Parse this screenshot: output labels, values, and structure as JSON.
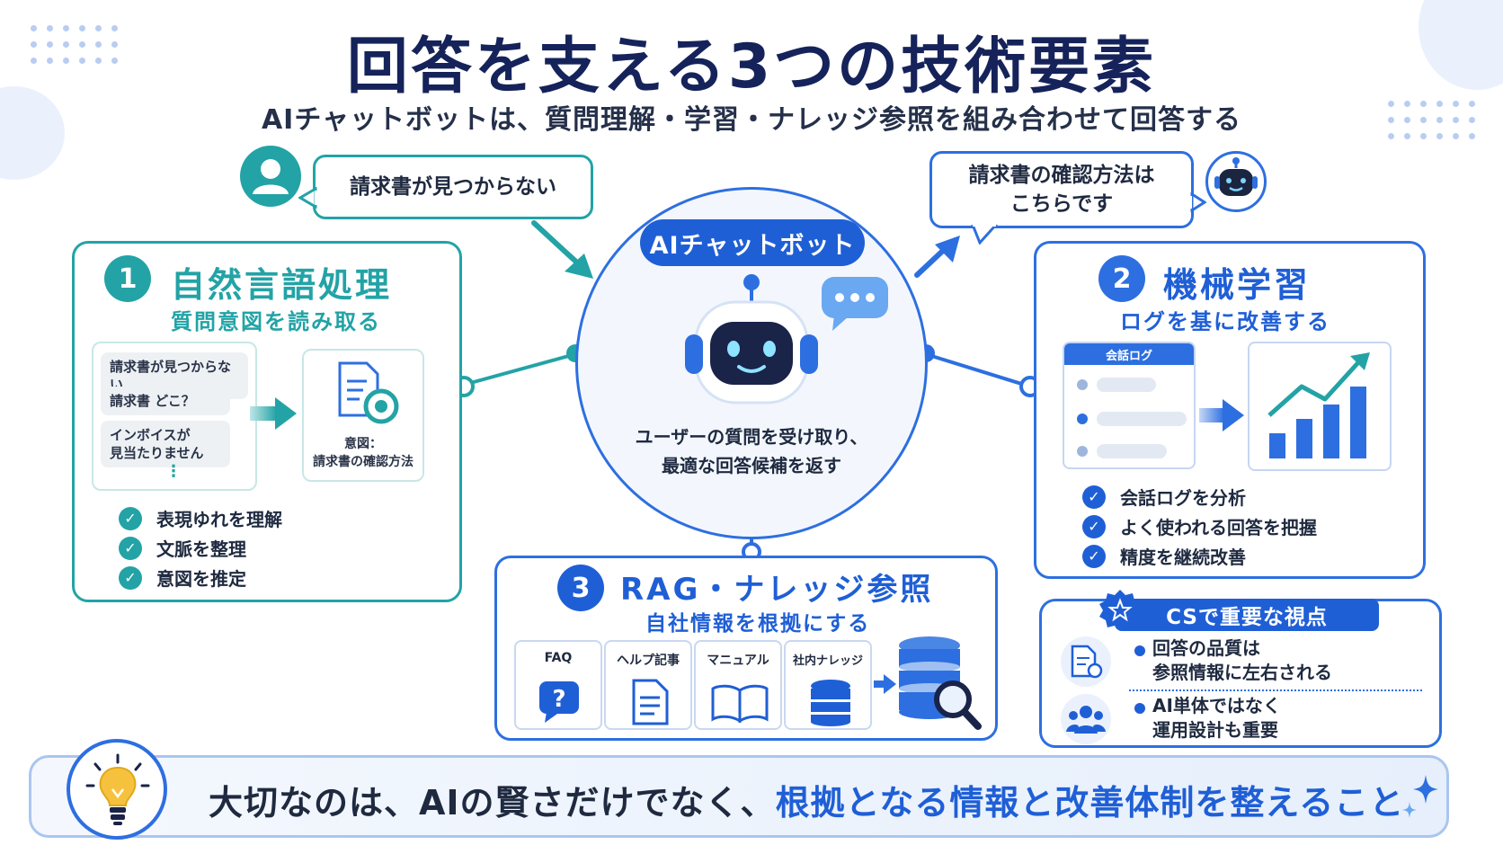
{
  "header": {
    "title": "回答を支える3つの技術要素",
    "subtitle": "AIチャットボットは、質問理解・学習・ナレッジ参照を組み合わせて回答する"
  },
  "dialogue": {
    "user_message": "請求書が見つからない",
    "bot_reply": "請求書の確認方法は\nこちらです"
  },
  "hub": {
    "label": "AIチャットボット",
    "description": "ユーザーの質問を受け取り、\n最適な回答候補を返す"
  },
  "nlp": {
    "number": "1",
    "title": "自然言語処理",
    "subtitle": "質問意図を読み取る",
    "examples": [
      "請求書が見つからない",
      "請求書 どこ？",
      "インボイスが\n見当たりません"
    ],
    "ellipsis": "⋮",
    "intent_label": "意図：\n請求書の確認方法",
    "checks": [
      "表現ゆれを理解",
      "文脈を整理",
      "意図を推定"
    ]
  },
  "ml": {
    "number": "2",
    "title": "機械学習",
    "subtitle": "ログを基に改善する",
    "log_title": "会話ログ",
    "checks": [
      "会話ログを分析",
      "よく使われる回答を把握",
      "精度を継続改善"
    ]
  },
  "rag": {
    "number": "3",
    "title": "RAG・ナレッジ参照",
    "subtitle": "自社情報を根拠にする",
    "sources": [
      "FAQ",
      "ヘルプ記事",
      "マニュアル",
      "社内ナレッジ"
    ]
  },
  "cs": {
    "title": "CSで重要な視点",
    "points": [
      "回答の品質は\n参照情報に左右される",
      "AI単体ではなく\n運用設計も重要"
    ]
  },
  "banner": {
    "text_plain": "大切なのは、AIの賢さだけでなく、",
    "text_highlight": "根拠となる情報と改善体制を整えること"
  },
  "colors": {
    "teal": "#23a3a6",
    "blue": "#2d6fe0",
    "navy": "#15235a"
  }
}
